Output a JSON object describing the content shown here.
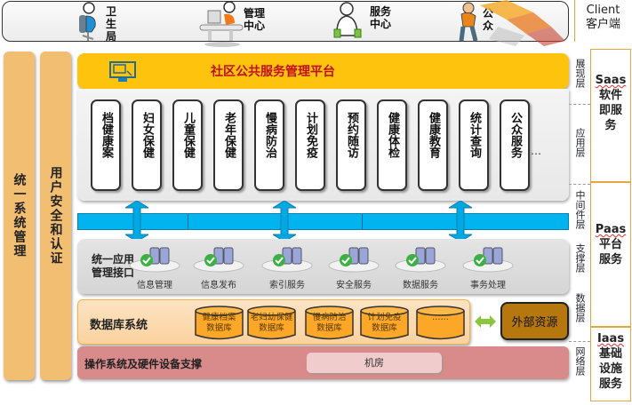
{
  "client_bar": {
    "actors": [
      {
        "label": "卫生局",
        "icon": "person-at-desk-icon"
      },
      {
        "label": "管理中心",
        "icon": "person-at-computer-icon"
      },
      {
        "label": "服务中心",
        "icon": "person-with-bags-icon"
      },
      {
        "label": "公众",
        "icon": "person-with-camera-icon"
      }
    ]
  },
  "side_panel": {
    "client": {
      "en": "Client",
      "zh": "客户端"
    },
    "saas": {
      "en": "Saas",
      "zh": "软件即服务"
    },
    "paas": {
      "en": "Paas",
      "zh": "平台服务"
    },
    "iaas": {
      "en": "Iaas",
      "zh": "基础设施服务"
    }
  },
  "layers": [
    "展现层",
    "应用层",
    "中间件层",
    "支撑层",
    "数据层",
    "网络层"
  ],
  "left_bars": [
    "统一系统管理",
    "用户安全和认证"
  ],
  "platform": {
    "title": "社区公共服务管理平台",
    "icon": "monitor-icon"
  },
  "apps": [
    "档健康案",
    "妇女保健",
    "儿童保健",
    "老年保健",
    "慢病防治",
    "计划免疫",
    "预约随访",
    "健康体检",
    "健康教育",
    "统计查询",
    "公众服务"
  ],
  "apps_more": "…",
  "interface": {
    "title_line1": "统一应用",
    "title_line2": "管理接口",
    "services": [
      "信息管理",
      "信息发布",
      "索引服务",
      "安全服务",
      "数据服务",
      "事务处理"
    ]
  },
  "database": {
    "title": "数据库系统",
    "dbs": [
      {
        "line1": "健康档案",
        "line2": "数据库"
      },
      {
        "line1": "老妇幼保健",
        "line2": "数据库"
      },
      {
        "line1": "慢病防治",
        "line2": "数据库"
      },
      {
        "line1": "计划免疫",
        "line2": "数据库"
      },
      {
        "line1": "……",
        "line2": ""
      }
    ],
    "external": "外部资源"
  },
  "infra": {
    "title": "操作系统及硬件设备支撑",
    "machine_room": "机房"
  },
  "colors": {
    "platform": "#fec40d",
    "platform_title": "#c0101a",
    "middleware": "#00b4ef",
    "vbar": "#f2be72",
    "db": "#fca728",
    "external": "#b6780e",
    "infra": "#d98a8a",
    "check": "#3cb043"
  }
}
